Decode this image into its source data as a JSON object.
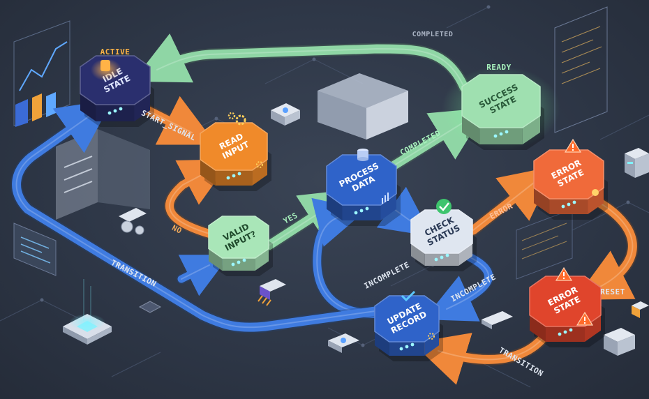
{
  "nodes": {
    "idle": {
      "line1": "IDLE",
      "line2": "STATE",
      "tag": "ACTIVE"
    },
    "read": {
      "line1": "READ",
      "line2": "INPUT"
    },
    "valid": {
      "line1": "VALID",
      "line2": "INPUT?"
    },
    "process": {
      "line1": "PROCESS",
      "line2": "DATA"
    },
    "check": {
      "line1": "CHECK",
      "line2": "STATUS"
    },
    "update": {
      "line1": "UPDATE",
      "line2": "RECORD"
    },
    "success": {
      "line1": "SUCCESS",
      "line2": "STATE",
      "tag": "READY"
    },
    "error1": {
      "line1": "ERROR",
      "line2": "STATE"
    },
    "error2": {
      "line1": "ERROR",
      "line2": "STATE"
    }
  },
  "edges": {
    "start_signal": "START_SIGNAL",
    "no": "NO",
    "yes": "YES",
    "transition_left": "TRANSITION",
    "completed_top": "COMPLETED",
    "completed_mid": "COMPLETED",
    "error": "ERROR",
    "incomplete_left": "INCOMPLETE",
    "incomplete_right": "INCOMPLETE",
    "reset": "RESET",
    "transition_bottom": "TRANSITION"
  },
  "colors": {
    "idle": "#2a2f6e",
    "read": "#f08a2a",
    "valid": "#a9e6b8",
    "process": "#2f63c9",
    "check": "#dfe6f0",
    "update": "#2f63c9",
    "success": "#9fe0b0",
    "error1": "#f06a3a",
    "error2": "#e0452c",
    "arrow_blue": "#3f7be0",
    "arrow_orange": "#f0883a",
    "arrow_green": "#8fd6a5"
  }
}
